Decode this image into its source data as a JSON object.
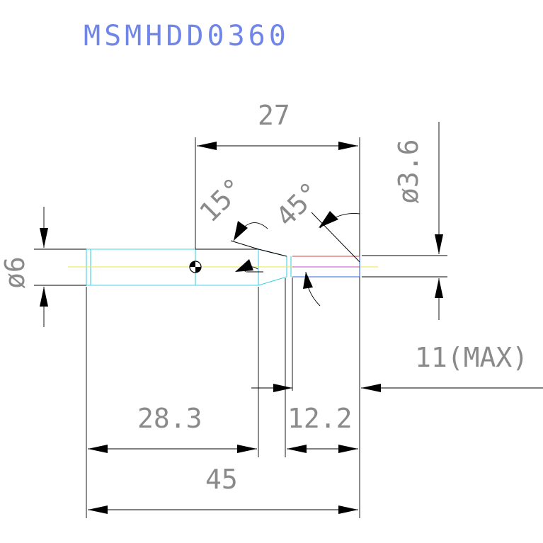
{
  "drawing": {
    "part_number": "MSMHDD0360",
    "dimensions": {
      "overall_top": "27",
      "tip_diameter": "ø3.6",
      "shank_diameter": "ø6",
      "cone_angle": "15°",
      "tip_angle": "45°",
      "max_length": "11(MAX)",
      "shank_length": "28.3",
      "tip_length": "12.2",
      "overall_length": "45"
    },
    "colors": {
      "title": "#6f86e8",
      "dimension_text": "#8a8a8a",
      "outline_cyan": "#41d2e6",
      "centerline_yellow": "#f2e34a",
      "tip_blue": "#2f62e6",
      "tip_red": "#e23b3b"
    }
  }
}
